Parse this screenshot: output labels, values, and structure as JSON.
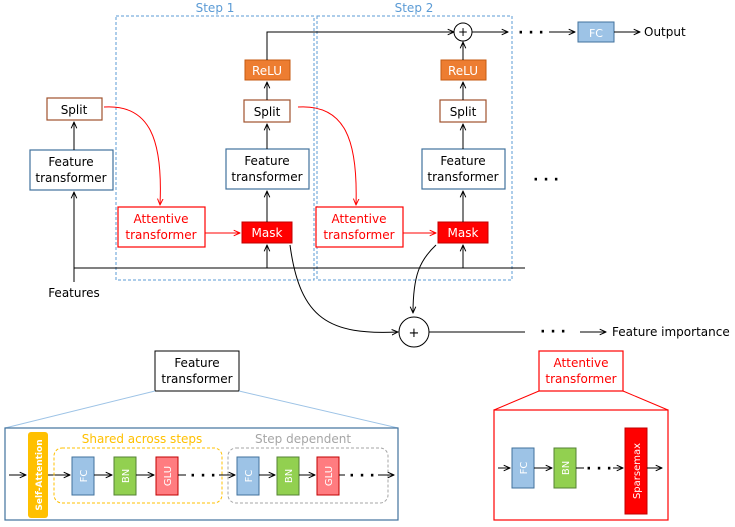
{
  "steps": {
    "step1": "Step 1",
    "step2": "Step 2"
  },
  "nodes": {
    "split": "Split",
    "relu": "ReLU",
    "feature_transformer_line1": "Feature",
    "feature_transformer_line2": "transformer",
    "attentive_transformer_line1": "Attentive",
    "attentive_transformer_line2": "transformer",
    "mask": "Mask",
    "fc": "FC",
    "plus": "+",
    "ellipsis": "· · ·"
  },
  "io": {
    "features": "Features",
    "output": "Output",
    "feature_importance": "Feature importance"
  },
  "detail_feature": {
    "title_line1": "Feature",
    "title_line2": "transformer",
    "self_attention": "Self-Attention",
    "shared_label": "Shared across steps",
    "dependent_label": "Step dependent",
    "blocks": {
      "fc": "FC",
      "bn": "BN",
      "glu": "GLU"
    }
  },
  "detail_attentive": {
    "title_line1": "Attentive",
    "title_line2": "transformer",
    "blocks": {
      "fc": "FC",
      "bn": "BN",
      "sparsemax": "Sparsemax"
    }
  },
  "colors": {
    "step_border": "#5b9bd5",
    "step_label": "#5b9bd5",
    "fc_fill": "#9dc3e6",
    "fc_stroke": "#41719c",
    "relu_fill": "#ed7d31",
    "split_stroke": "#a0522d",
    "mask_fill": "#ff0000",
    "attentive_red": "#ff0000",
    "bn_fill": "#92d050",
    "glu_fill": "#ff7c80",
    "self_attention_fill": "#ffc000",
    "shared_label": "#ffc000",
    "dependent_label": "#a6a6a6",
    "detail_feature_border": "#41719c",
    "detail_attentive_border": "#ff0000"
  }
}
